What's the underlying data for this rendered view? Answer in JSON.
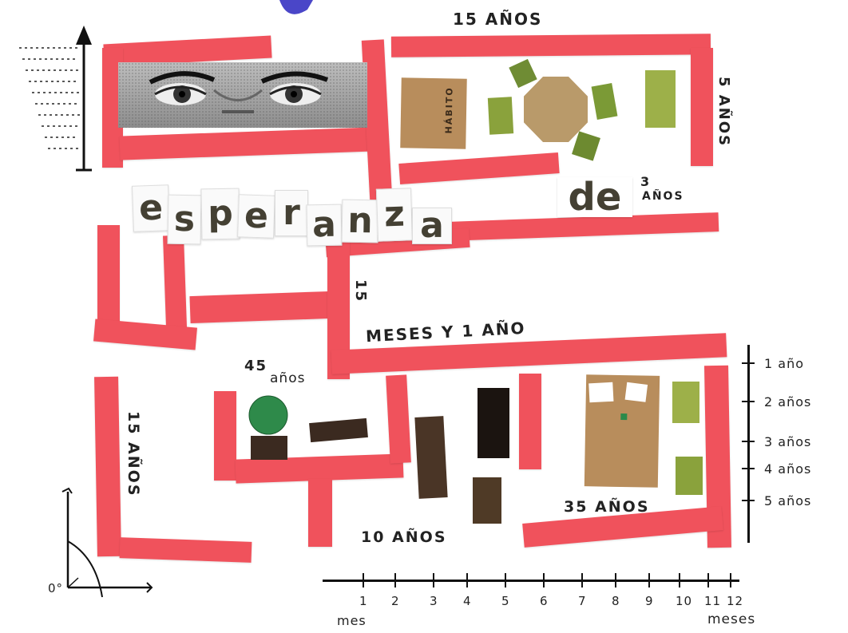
{
  "colors": {
    "strip_red": "#f0525c",
    "letter_dark": "#444033",
    "kraft_brown": "#b88d5c",
    "leaf_green": "#8aa23c",
    "dark_brown": "#3b2a20",
    "ink": "#1a1a1a",
    "violet_accent": "#4a46c8"
  },
  "labels": {
    "top": "15 AÑOS",
    "right_top": "5 AÑOS",
    "three": "3",
    "anos_small": "AÑOS",
    "middle": "15",
    "meses_line": "MESES Y 1 AÑO",
    "forty_five": "45",
    "anos_45": "años",
    "left_vertical": "15 AÑOS",
    "ten": "10 AÑOS",
    "thirty_five": "35 AÑOS",
    "habito": "HÁBITO",
    "zero_angle": "0°"
  },
  "collage_words": {
    "letters": [
      "e",
      "s",
      "p",
      "e",
      "r",
      "a",
      "n",
      "z",
      "a"
    ],
    "de": "de"
  },
  "right_axis": [
    "1 año",
    "2 años",
    "3 años",
    "4 años",
    "5 años"
  ],
  "bottom_axis": {
    "ticks": [
      "1",
      "2",
      "3",
      "4",
      "5",
      "6",
      "7",
      "8",
      "9",
      "10",
      "11",
      "12"
    ],
    "start_label": "mes",
    "end_label": "meses"
  },
  "icons": [
    "arrow-up-icon",
    "eyes-photo-icon",
    "cactus-icon",
    "angle-diagram-icon"
  ]
}
